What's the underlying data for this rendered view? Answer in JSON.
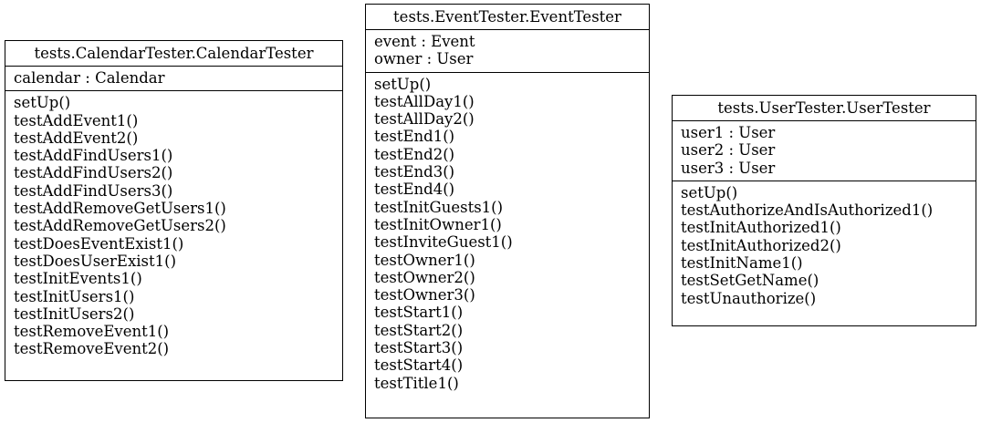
{
  "classes": [
    {
      "name": "tests.CalendarTester.CalendarTester",
      "attributes": [
        "calendar : Calendar"
      ],
      "methods": [
        "setUp()",
        "testAddEvent1()",
        "testAddEvent2()",
        "testAddFindUsers1()",
        "testAddFindUsers2()",
        "testAddFindUsers3()",
        "testAddRemoveGetUsers1()",
        "testAddRemoveGetUsers2()",
        "testDoesEventExist1()",
        "testDoesUserExist1()",
        "testInitEvents1()",
        "testInitUsers1()",
        "testInitUsers2()",
        "testRemoveEvent1()",
        "testRemoveEvent2()"
      ]
    },
    {
      "name": "tests.EventTester.EventTester",
      "attributes": [
        "event : Event",
        "owner : User"
      ],
      "methods": [
        "setUp()",
        "testAllDay1()",
        "testAllDay2()",
        "testEnd1()",
        "testEnd2()",
        "testEnd3()",
        "testEnd4()",
        "testInitGuests1()",
        "testInitOwner1()",
        "testInviteGuest1()",
        "testOwner1()",
        "testOwner2()",
        "testOwner3()",
        "testStart1()",
        "testStart2()",
        "testStart3()",
        "testStart4()",
        "testTitle1()"
      ]
    },
    {
      "name": "tests.UserTester.UserTester",
      "attributes": [
        "user1 : User",
        "user2 : User",
        "user3 : User"
      ],
      "methods": [
        "setUp()",
        "testAuthorizeAndIsAuthorized1()",
        "testInitAuthorized1()",
        "testInitAuthorized2()",
        "testInitName1()",
        "testSetGetName()",
        "testUnauthorize()"
      ]
    }
  ]
}
